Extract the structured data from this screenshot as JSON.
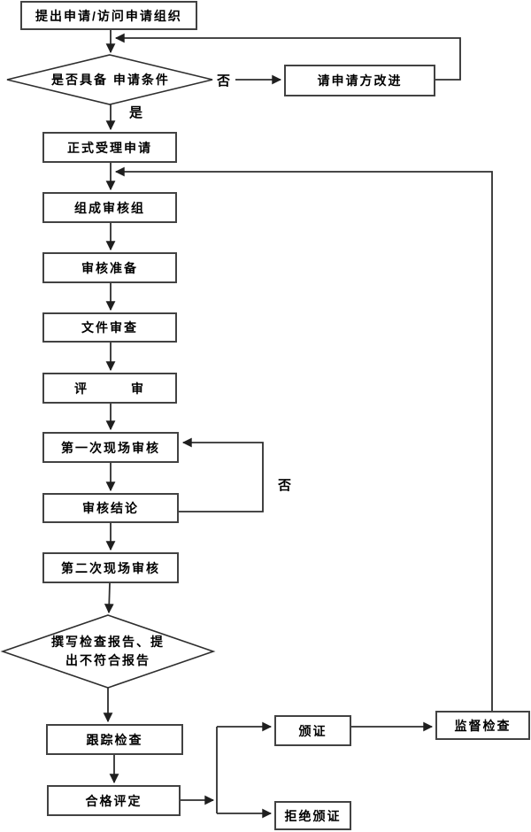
{
  "page": {
    "background_color": "#ffffff",
    "line_color": "#2e2e2e",
    "border_color": "#424242",
    "text_color": "#000000"
  },
  "nodes": {
    "apply": {
      "label": "提出申请/访问申请组织"
    },
    "condition": {
      "label": "是否具备 申请条件"
    },
    "improve": {
      "label": "请申请方改进"
    },
    "accept": {
      "label": "正式受理申请"
    },
    "team": {
      "label": "组成审核组"
    },
    "prepare": {
      "label": "审核准备"
    },
    "doc_review": {
      "label": "文件审查"
    },
    "review": {
      "label": "评　　　审"
    },
    "onsite1": {
      "label": "第一次现场审核"
    },
    "conclusion": {
      "label": "审核结论"
    },
    "onsite2": {
      "label": "第二次现场审核"
    },
    "report": {
      "label_line1": "撰写检查报告、提",
      "label_line2": "出不符合报告"
    },
    "track": {
      "label": "跟踪检查"
    },
    "assess": {
      "label": "合格评定"
    },
    "issue": {
      "label": "颁证"
    },
    "refuse": {
      "label": "拒绝颁证"
    },
    "supervise": {
      "label": "监督检查"
    }
  },
  "edge_labels": {
    "no_top": "否",
    "yes": "是",
    "no_loop": "否"
  }
}
